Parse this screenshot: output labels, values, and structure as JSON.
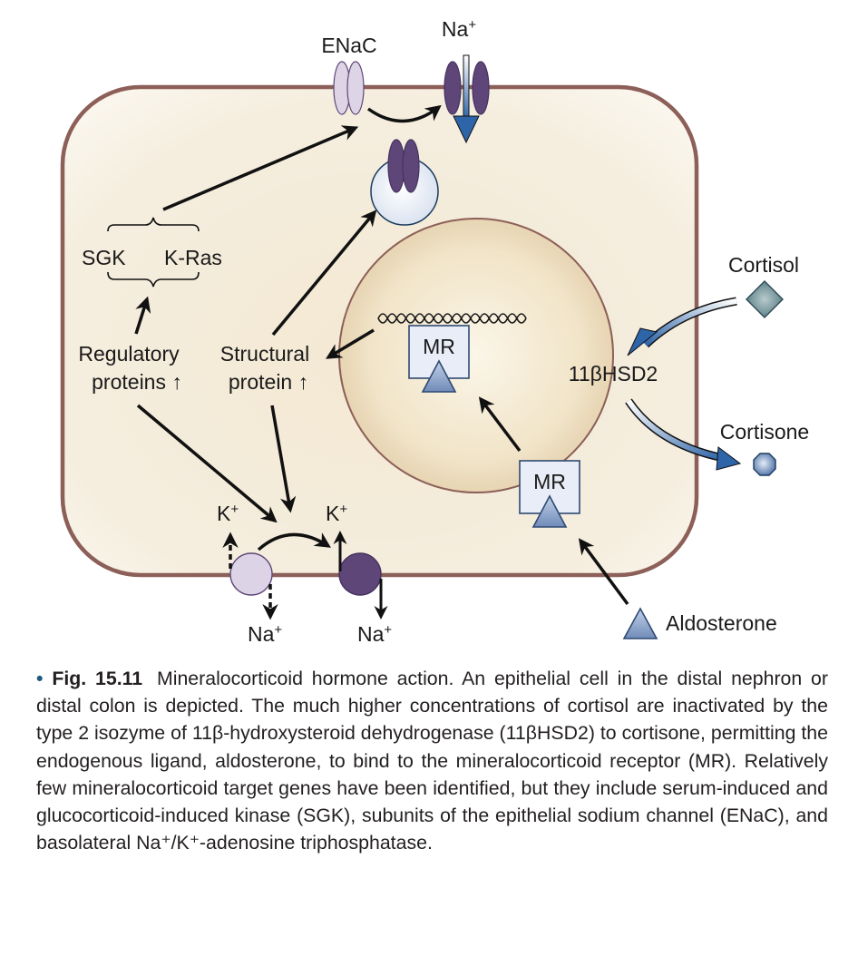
{
  "figure": {
    "labels": {
      "enac": "ENaC",
      "na_top": "Na",
      "na_top_sup": "+",
      "sgk": "SGK",
      "kras": "K-Ras",
      "regulatory_line1": "Regulatory",
      "regulatory_line2": "proteins ↑",
      "structural_line1": "Structural",
      "structural_line2": "protein ↑",
      "mr_nucleus": "MR",
      "mr_cytoplasm": "MR",
      "cortisol": "Cortisol",
      "hsd": "11βHSD2",
      "cortisone": "Cortisone",
      "aldosterone": "Aldosterone",
      "k_left": "K",
      "k_left_sup": "+",
      "k_right": "K",
      "k_right_sup": "+",
      "na_left": "Na",
      "na_left_sup": "+",
      "na_right": "Na",
      "na_right_sup": "+"
    },
    "colors": {
      "membrane": "#8c5f58",
      "cytoplasm": "#f4ecdb",
      "nucleus": "#efe2c8",
      "enac_inactive": "#ddd5e6",
      "enac_active": "#5e4678",
      "pump_inactive": "#dcd4e6",
      "pump_active": "#5e4678",
      "ligand_fill": "#8ea6cc",
      "mr_box": "#e9edf7",
      "mr_border": "#2f4a72",
      "flow_arrow": "#2e64a8",
      "cortisol": "#6e9098",
      "cortisone": "#7f9cc8"
    }
  },
  "caption": {
    "bullet": "•",
    "figure_number": "Fig. 15.11",
    "text": "Mineralocorticoid hormone action. An epithelial cell in the distal nephron or distal colon is depicted. The much higher concentrations of cortisol are inactivated by the type 2 isozyme of 11β-hydroxysteroid dehydrogenase (11βHSD2) to cortisone, permitting the endogenous ligand, aldosterone, to bind to the mineralocorticoid receptor (MR). Relatively few mineralocorticoid target genes have been identified, but they include serum-induced and glucocorticoid-induced kinase (SGK), subunits of the epithelial sodium channel (ENaC), and basolateral Na⁺/K⁺-adenosine triphosphatase."
  }
}
